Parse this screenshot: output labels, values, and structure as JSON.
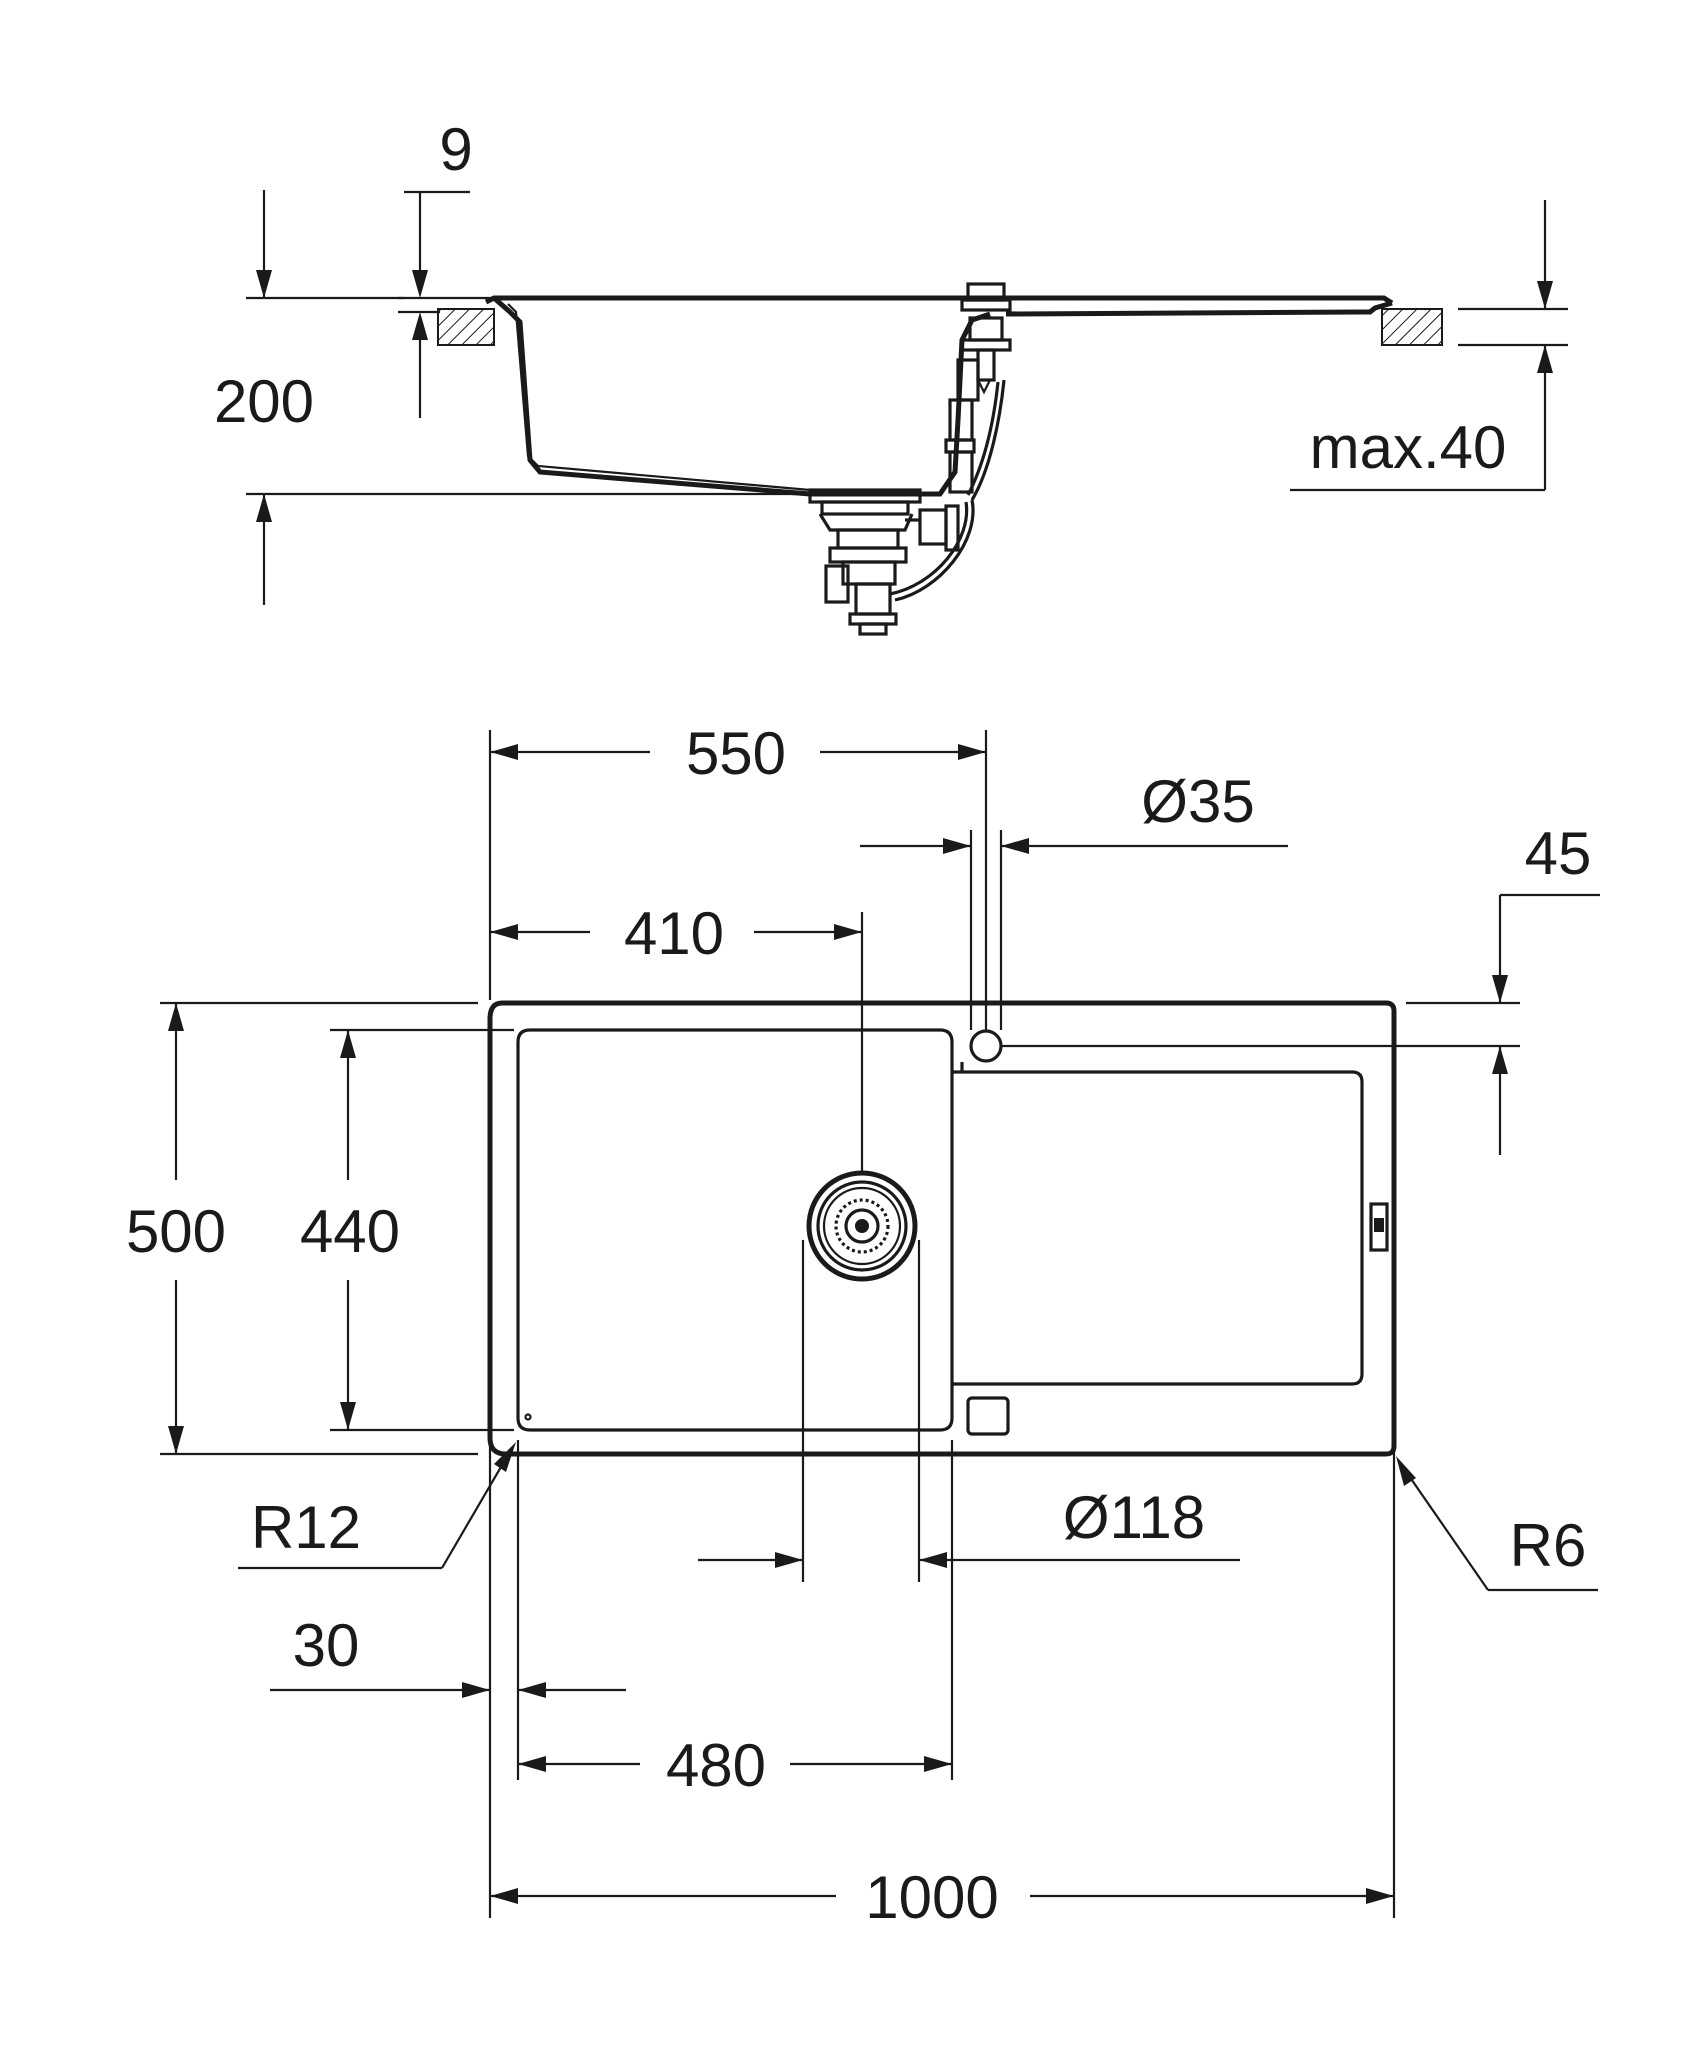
{
  "side_view": {
    "dim_rim": "9",
    "dim_depth": "200",
    "dim_counter": "max.40"
  },
  "top_view": {
    "dim_tap_offset": "550",
    "dim_tap_hole": "Ø35",
    "dim_tap_edge": "45",
    "dim_drain_offset": "410",
    "dim_width": "500",
    "dim_bowl_width": "440",
    "dim_radius_left": "R12",
    "dim_drain_diameter": "Ø118",
    "dim_radius_right": "R6",
    "dim_bowl_edge": "30",
    "dim_bowl_length": "480",
    "dim_length": "1000"
  },
  "colors": {
    "line": "#1a1a1a",
    "background": "#ffffff"
  }
}
